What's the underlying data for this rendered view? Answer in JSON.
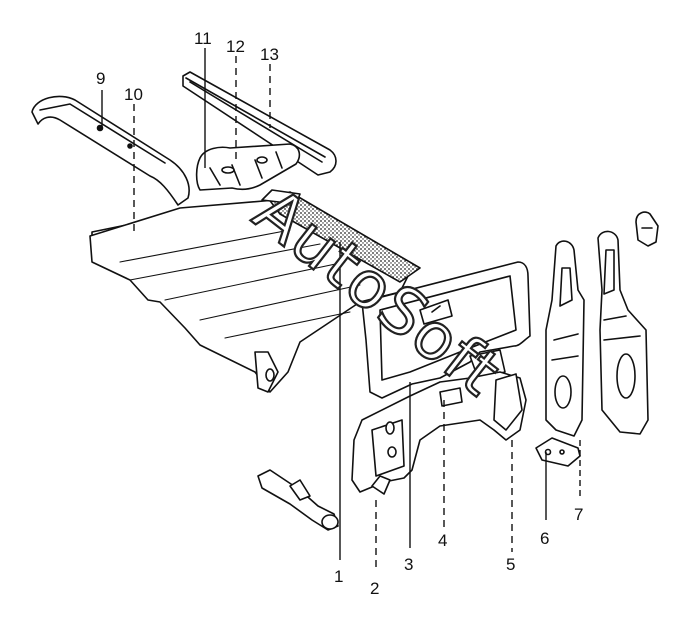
{
  "watermark": {
    "text": "AutoSoft"
  },
  "callouts": [
    "1",
    "2",
    "3",
    "4",
    "5",
    "6",
    "7",
    "9",
    "10",
    "11",
    "12",
    "13"
  ],
  "colors": {
    "line": "#111111",
    "background": "#ffffff",
    "shade": "#555555"
  }
}
